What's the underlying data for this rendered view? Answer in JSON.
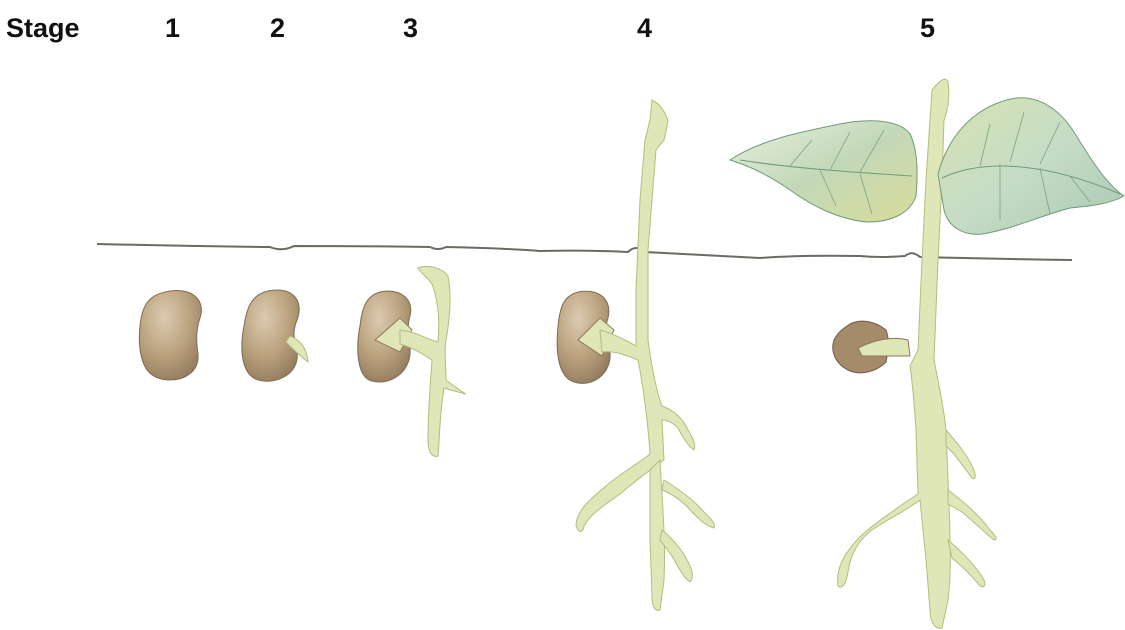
{
  "header": {
    "title": "Stage",
    "stages": [
      "1",
      "2",
      "3",
      "4",
      "5"
    ]
  },
  "colors": {
    "seed": "#b9a07c",
    "seed_shadow": "#8c765a",
    "sprout": "#dfe6b8",
    "sprout_edge": "#b3bd7e",
    "leaf": "#c7dcc0",
    "leaf_vein": "#6f9a7a",
    "soil_line": "#6d6a63",
    "text": "#111111"
  },
  "icons": {
    "seed": "bean-seed-icon",
    "sprout": "germinating-sprout-icon",
    "leaf": "true-leaf-icon"
  }
}
